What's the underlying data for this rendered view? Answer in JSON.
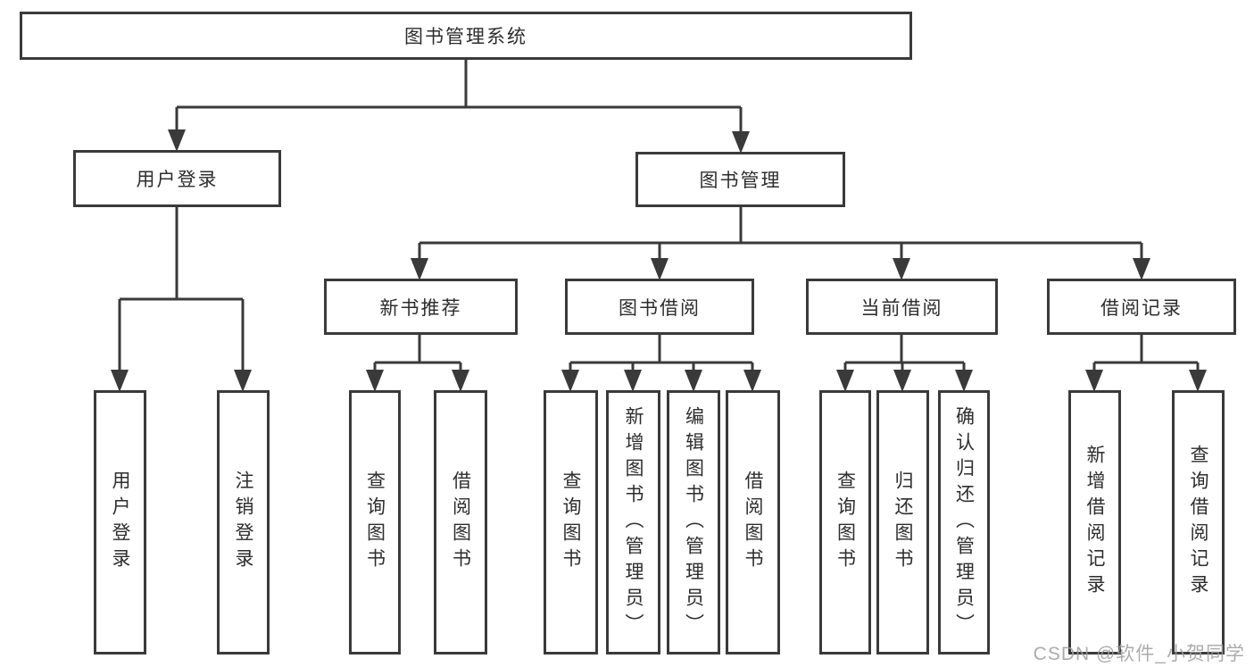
{
  "diagram": {
    "root": "图书管理系统",
    "branches": [
      {
        "label": "用户登录",
        "children": [
          "用户登录",
          "注销登录"
        ]
      },
      {
        "label": "图书管理",
        "groups": [
          {
            "label": "新书推荐",
            "children": [
              "查询图书",
              "借阅图书"
            ]
          },
          {
            "label": "图书借阅",
            "children": [
              "查询图书",
              "新增图书（管理员）",
              "编辑图书（管理员）",
              "借阅图书"
            ]
          },
          {
            "label": "当前借阅",
            "children": [
              "查询图书",
              "归还图书",
              "确认归还（管理员）"
            ]
          },
          {
            "label": "借阅记录",
            "children": [
              "新增借阅记录",
              "查询借阅记录"
            ]
          }
        ]
      }
    ],
    "watermark": "CSDN @软件_小贺同学"
  },
  "colors": {
    "background": "#ffffff",
    "line": "#3a3a3a",
    "box_border": "#3a3a3a",
    "text": "#2d2d2d",
    "watermark": "#9e9e9e"
  }
}
